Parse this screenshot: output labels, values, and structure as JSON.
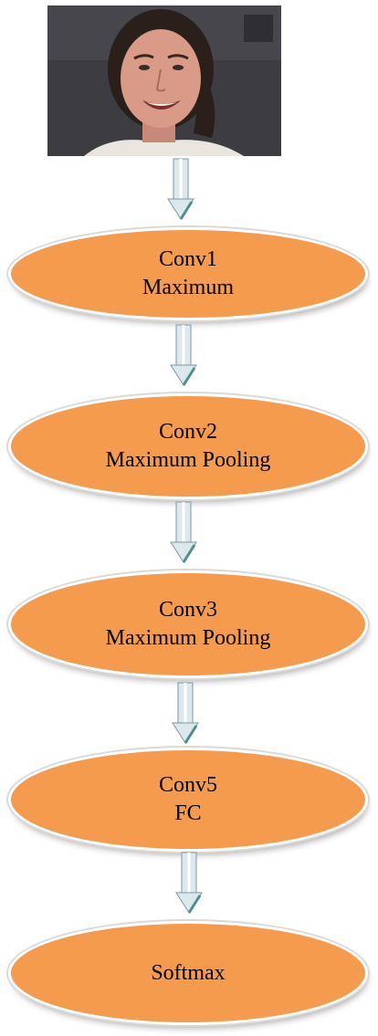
{
  "diagram": {
    "colors": {
      "node_fill": "#f59b4e",
      "arrow_fill": "#dde8ec",
      "arrow_outline": "#7a9aa2",
      "arrow_tip": "#4f8f8a"
    },
    "input_image": {
      "icon": "face-photo-icon"
    },
    "nodes": [
      {
        "line1": "Conv1",
        "line2": "Maximum"
      },
      {
        "line1": "Conv2",
        "line2": "Maximum Pooling"
      },
      {
        "line1": "Conv3",
        "line2": "Maximum Pooling"
      },
      {
        "line1": "Conv5",
        "line2": "FC"
      },
      {
        "line1": "Softmax"
      }
    ]
  }
}
